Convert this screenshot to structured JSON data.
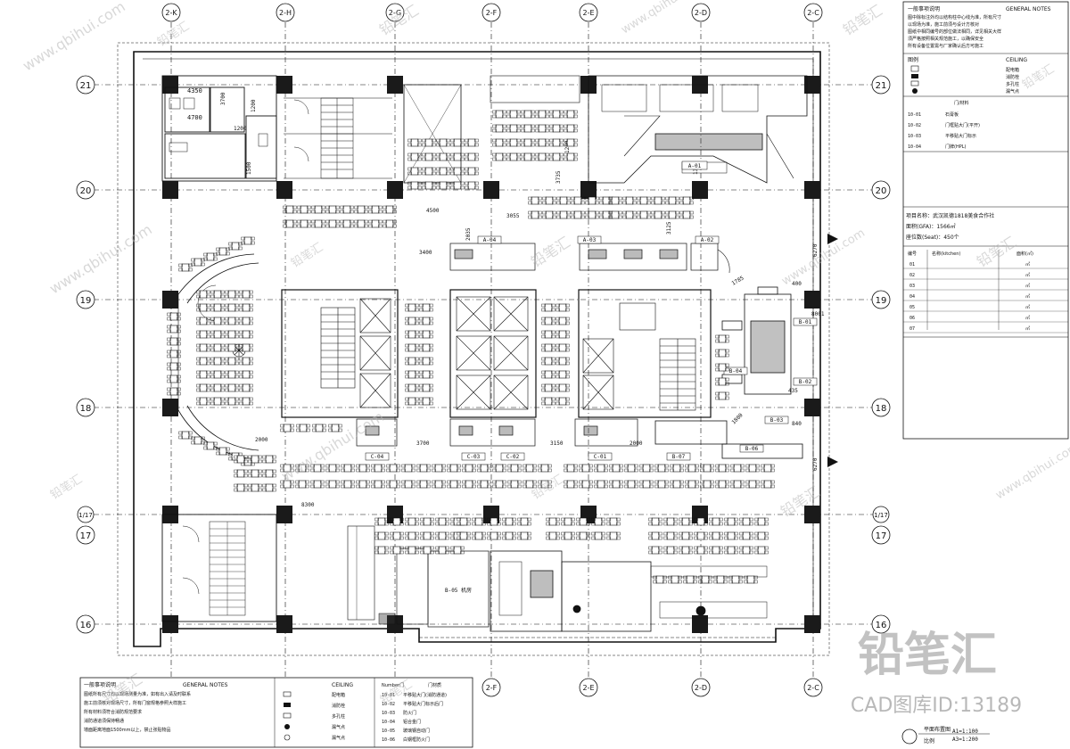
{
  "grid": {
    "columns": [
      "2-K",
      "2-H",
      "2-G",
      "2-F",
      "2-E",
      "2-D",
      "2-C"
    ],
    "rows": [
      "21",
      "20",
      "19",
      "18",
      "17",
      "16"
    ],
    "row_17_alt": "1/17"
  },
  "dimensions": {
    "kitchen_4350": "4350",
    "kitchen_4700": "4700",
    "d_3700_vertical": "3700",
    "d_1200_a": "1200",
    "d_1200_b": "1200",
    "d_1500": "1500",
    "d_4500": "4500",
    "d_3055": "3055",
    "d_2035": "2035",
    "d_3400": "3400",
    "d_3125": "3125",
    "d_1300": "1300",
    "d_3735": "3735",
    "d_6270_top": "6270",
    "d_6270_bottom": "6270",
    "d_1785": "1785",
    "d_400": "400",
    "d_8001": "8001",
    "d_435": "435",
    "d_1800": "1800",
    "d_840": "840",
    "d_2000_left": "2000",
    "d_3700_mid": "3700",
    "d_3150": "3150",
    "d_2000_right": "2000",
    "d_8300": "8300"
  },
  "room_tags": {
    "a01": "A-01",
    "a02": "A-02",
    "a03": "A-03",
    "a04": "A-04",
    "b01": "B-01",
    "b02": "B-02",
    "b03": "B-03",
    "b04": "B-04",
    "b06": "B-06",
    "b07": "B-07",
    "c01": "C-01",
    "c02": "C-02",
    "c03": "C-03",
    "c04": "C-04",
    "b05_room": "B-05 机房"
  },
  "notes_panel": {
    "header_cn": "一般事项说明",
    "header_en": "GENERAL NOTES",
    "note_lines": [
      "图中除标注外均以结构柱中心线为准，所有尺寸",
      "以现场为准，施工前须与设计方核对",
      "图纸中相同编号的部位做法相同，详见相关大样",
      "须严格按照相关规范施工，以确保安全",
      "所有设备位置需与厂家确认后方可施工"
    ],
    "legend_title_cn": "图例",
    "legend_title_en": "CEILING",
    "legend_items": [
      "配电箱",
      "消防栓",
      "多孔柱",
      "漏气点"
    ],
    "schedule_label": "门/材料",
    "schedule_codes": [
      "10-01",
      "10-02",
      "10-03",
      "10-04"
    ],
    "schedule_items": [
      "石膏板",
      "门框贴大门(平开)",
      "平移贴大门标示",
      "门牌(HPL)"
    ],
    "project_line": "项目名称：武汉凯德1818美食合作社",
    "area_line": "面积(GFA)：1566㎡",
    "seat_line": "座位数(Seat)：450个",
    "table_header": [
      "编号",
      "名称(kitchen)",
      "面积(㎡)"
    ],
    "table_rows": [
      "01",
      "02",
      "03",
      "04",
      "05",
      "06",
      "07"
    ],
    "table_unit": "㎡"
  },
  "bottom_panel": {
    "header_cn": "一般事项说明",
    "header_en": "GENERAL NOTES",
    "note_lines": [
      "图纸所有尺寸均以现场测量为准，如有出入请及时联系",
      "施工前须核对现场尺寸，所有门窗规格参照大样施工",
      "所有材料须符合消防规范要求",
      "消防通道须保持畅通",
      "墙面距离地面1500mm以上，禁止张贴物品"
    ],
    "ceiling_title": "CEILING",
    "legend_items": [
      "配电箱",
      "消防栓",
      "多孔柱",
      "漏气点",
      "漏气点"
    ],
    "number_title": "Number门",
    "door_title": "门材质",
    "door_codes": [
      "10-01",
      "10-02",
      "10-03",
      "10-04",
      "10-05",
      "10-06"
    ],
    "door_items": [
      "平移贴大门(消防通道)",
      "平移贴大门标示后门",
      "防火门",
      "铝合金门",
      "玻璃钢自动门",
      "白钢框防火门"
    ]
  },
  "title_block": {
    "drawing_title": "平面布置图",
    "scale_a1": "A1=1:100",
    "scale_a3": "A3=1:200",
    "scale_label": "比例"
  },
  "watermark": {
    "brand": "铅笔汇",
    "caption": "CAD图库ID:13189",
    "url": "www.qbihui.com"
  }
}
